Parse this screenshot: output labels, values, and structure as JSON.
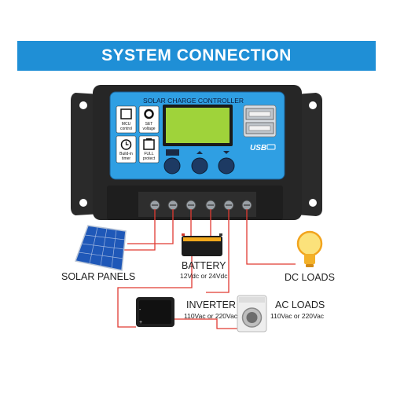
{
  "header": {
    "title": "SYSTEM CONNECTION"
  },
  "controller": {
    "title": "SOLAR CHARGE CONTROLLER",
    "usb_label": "USB",
    "keys": [
      {
        "top": "MCU",
        "bottom": "control"
      },
      {
        "top": "SET",
        "bottom": "voltage"
      },
      {
        "top": "Build-in",
        "bottom": "timer"
      },
      {
        "top": "FULL",
        "bottom": "protect"
      }
    ]
  },
  "components": {
    "solar": {
      "label": "SOLAR PANELS"
    },
    "battery": {
      "label": "BATTERY",
      "spec": "12Vdc or 24Vdc"
    },
    "dc_loads": {
      "label": "DC LOADS"
    },
    "inverter": {
      "label": "INVERTER",
      "spec": "110Vac or 220Vac"
    },
    "ac_loads": {
      "label": "AC LOADS",
      "spec": "110Vac or 220Vac"
    }
  },
  "colors": {
    "banner": "#1f8fd6",
    "wire": "#e03a32",
    "controller_body": "#262626",
    "panel": "#2f9fe3",
    "lcd": "#9fd33a"
  }
}
